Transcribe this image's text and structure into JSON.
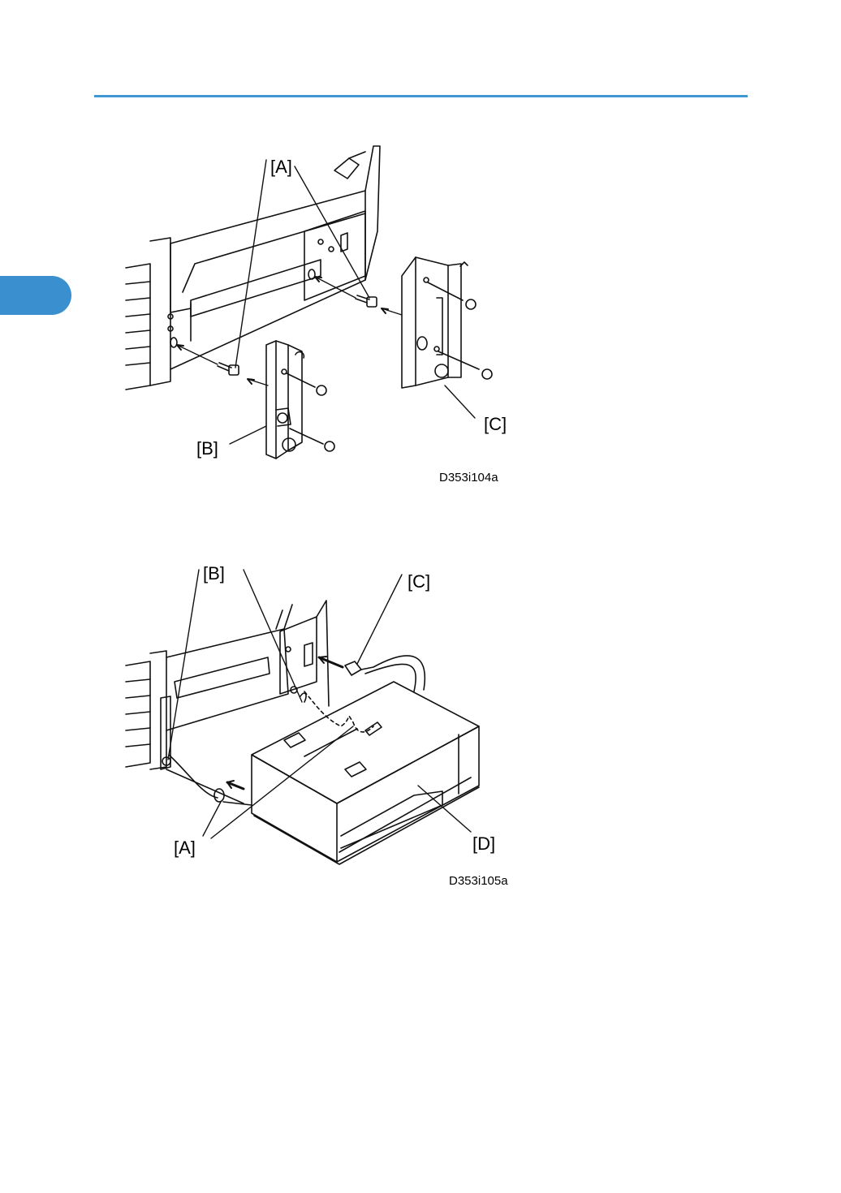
{
  "colors": {
    "header_rule": "#3f98d4",
    "chapter_tab": "#3a8fcf"
  },
  "figure1": {
    "labels": {
      "a": "[A]",
      "b": "[B]",
      "c": "[C]"
    },
    "id": "D353i104a"
  },
  "figure2": {
    "labels": {
      "a": "[A]",
      "b": "[B]",
      "c": "[C]",
      "d": "[D]"
    },
    "id": "D353i105a"
  }
}
